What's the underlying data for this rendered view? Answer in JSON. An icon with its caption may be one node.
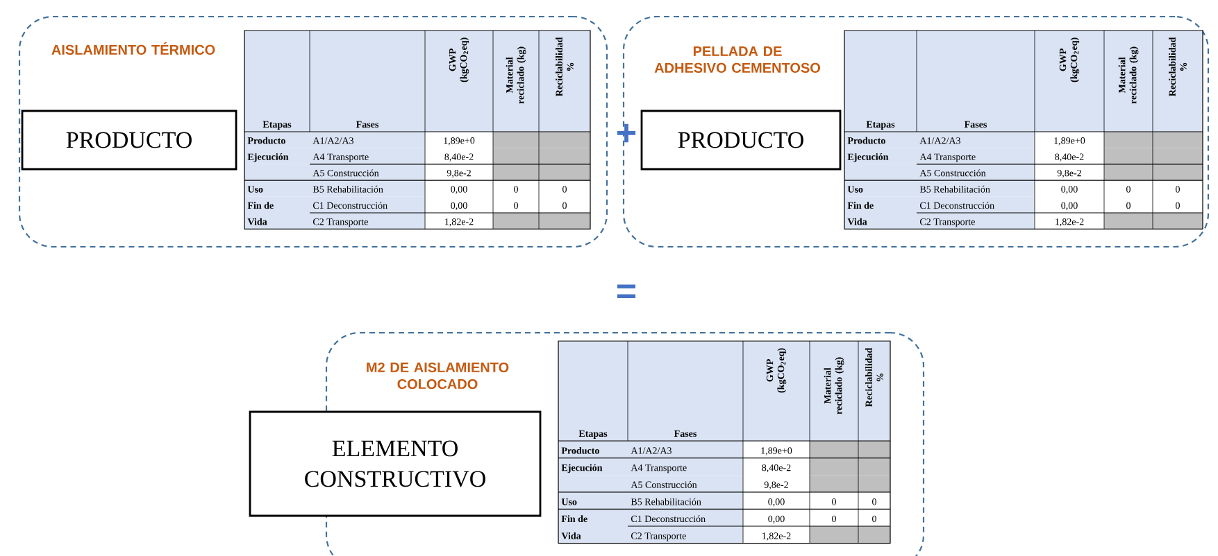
{
  "diagram": {
    "nodes": [
      {
        "text": [
          "AISLAMIENTO TÉRMICO"
        ]
      },
      {
        "text": [
          "PRODUCTO"
        ],
        "in": 0
      },
      {
        "text": [
          "PELLADA DE ADHESIVO CEMENTOSO"
        ]
      },
      {
        "text": [
          "PRODUCTO"
        ],
        "in": 2
      },
      {
        "text": [
          "M2 DE AISLAMIENTO COLOCADO"
        ]
      },
      {
        "text": [
          "ELEMENTO CONSTRUCTIVO"
        ]
      }
    ],
    "labels": [
      "Etapas",
      "Fases",
      "GWP (kgCO$_{2}$eq)",
      "Material reciclado (kg)",
      "Reciclabilidad %",
      "Producto",
      "A1/A2/A3",
      "1,89e+0",
      "Ejecución",
      "A4 Transporte",
      "8,40e-2",
      "A5 Construcción",
      "9,8e-2",
      "Uso",
      "B5 Rehabilitación",
      "0,00",
      "0",
      "0",
      "Fin de",
      "C1 Deconstrucción",
      "0,00",
      "0",
      "0",
      "Vida",
      "C2 Transporte",
      "1,82e-2",
      "+",
      "Etapas",
      "Fases",
      "GWP (kgCO$_{2}$eq)",
      "Material reciclado (kg)",
      "Reciclabilidad %",
      "Producto",
      "A1/A2/A3",
      "1,89e+0",
      "Ejecución",
      "A4 Transporte",
      "8,40e-2",
      "A5 Construcción",
      "9,8e-2",
      "Uso",
      "B5 Rehabilitación",
      "0,00",
      "0",
      "0",
      "Fin de",
      "C1 Deconstrucción",
      "0,00",
      "0",
      "0",
      "Vida",
      "C2 Transporte",
      "1,82e-2",
      "=",
      "Etapas",
      "Fases",
      "GWP (kgCO$_{2}$eq)",
      "Material reciclado (kg)",
      "Reciclabilidad %",
      "Producto",
      "A1/A2/A3",
      "1,89e+0",
      "Ejecución",
      "A4 Transporte",
      "8,40e-2",
      "A5 Construcción",
      "9,8e-2",
      "Uso",
      "B5 Rehabilitación",
      "0,00",
      "0",
      "0",
      "Fin de",
      "C1 Deconstrucción",
      "0,00",
      "0",
      "0",
      "Vida",
      "C2 Transporte",
      "1,82e-2"
    ]
  }
}
